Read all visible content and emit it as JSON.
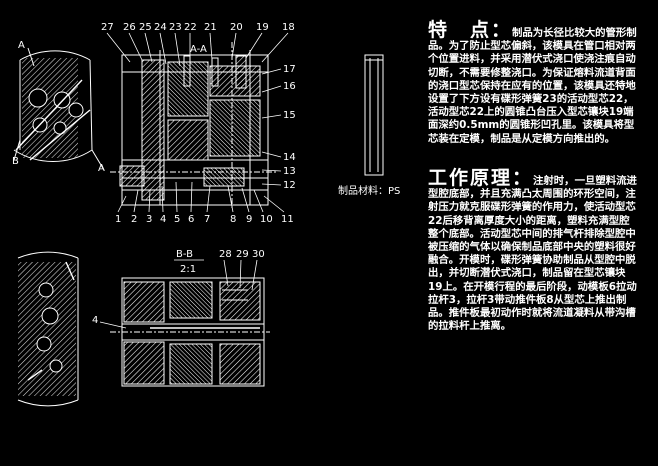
{
  "main_view": {
    "part_numbers_top": [
      "27",
      "26",
      "25",
      "24",
      "23",
      "22",
      "21",
      "20",
      "19",
      "18"
    ],
    "part_numbers_right": [
      "17",
      "16",
      "15",
      "14",
      "13",
      "12"
    ],
    "part_numbers_bottom": [
      "1",
      "2",
      "3",
      "4",
      "5",
      "6",
      "7",
      "8",
      "9",
      "10",
      "11"
    ],
    "section_label": "A-A"
  },
  "side_view": {
    "label_a_top": "A",
    "label_a_right": "A",
    "label_b": "B"
  },
  "detail_view": {
    "title": "B-B",
    "scale": "2:1",
    "part_numbers": [
      "28",
      "29",
      "30"
    ],
    "part_left": "4"
  },
  "part": {
    "material_label": "制品材料：PS"
  },
  "features": {
    "heading": "特　点：",
    "text": "制品为长径比较大的管形制品。为了防止型芯偏斜，该模具在管口相对两个位置进料，并采用潜伏式浇口使浇注痕自动切断，不需要修整浇口。为保证熔料流道背面的浇口型芯保持在应有的位置，该模具还特地设置了下方设有碟形弹簧23的活动型芯22，活动型芯22上的圆锥凸台压入型芯镶块19端面深约0.5mm的圆锥形凹孔里。该模具将型芯装在定模，制品是从定模方向推出的。"
  },
  "principle": {
    "heading": "工作原理：",
    "text": "注射时，一旦塑料流进型腔底部，并且充满凸太周围的环形空间，注射压力就克服碟形弹簧的作用力，使活动型芯22后移背离厚度大小的距离，塑料充满型腔整个底部。活动型芯中间的排气杆排除型腔中被压缩的气体以确保制品底部中央的塑料很好融合。开模时，碟形弹簧协助制品从型腔中脱出，并切断潜伏式浇口，制品留在型芯镶块19上。在开模行程的最后阶段，动模板6拉动拉杆3，拉杆3带动推件板8从型芯上推出制品。推件板最初动作时就将流道凝料从带沟槽的拉料杆上推离。"
  },
  "colors": {
    "background": "#000000",
    "text": "#ffffff",
    "line": "#ffffff",
    "hatch": "#ffffff"
  }
}
